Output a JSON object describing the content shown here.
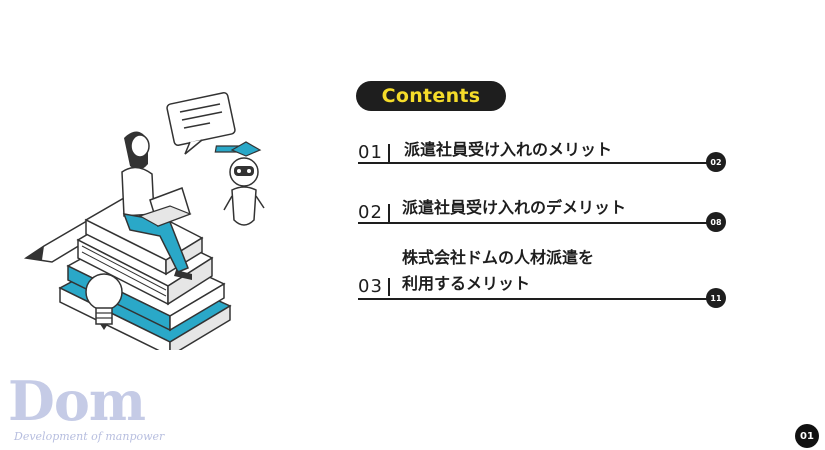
{
  "header": {
    "contents_label": "Contents"
  },
  "toc": {
    "items": [
      {
        "number": "01",
        "title_lines": [
          "派遣社員受け入れのメリット"
        ],
        "page": "02"
      },
      {
        "number": "02",
        "title_lines": [
          "派遣社員受け入れのデメリット"
        ],
        "page": "08"
      },
      {
        "number": "03",
        "title_lines": [
          "株式会社ドムの人材派遣を",
          "利用するメリット"
        ],
        "page": "11"
      }
    ]
  },
  "logo": {
    "wordmark": "Dom",
    "tagline": "Development of manpower"
  },
  "footer": {
    "slide_number": "01"
  },
  "colors": {
    "accent_yellow": "#f5dc2a",
    "dark": "#1e1e1e",
    "illustration_teal": "#2aa8c8",
    "logo_blue": "#c5cbe6"
  },
  "icons": {
    "illustration": "student-studying-on-books-with-robot-and-speech-bubble"
  }
}
